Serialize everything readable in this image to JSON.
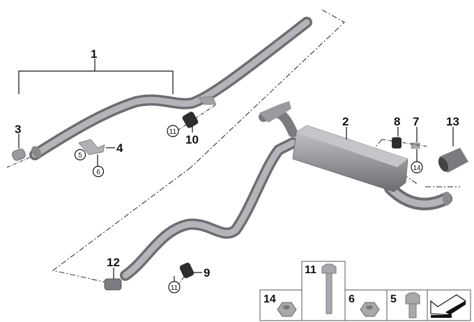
{
  "title": "Exhaust system parts diagram",
  "callouts": {
    "front_pipe": "1",
    "rear_muffler": "2",
    "clamp": "3",
    "bracket": "4",
    "bracket_screw": "5",
    "bracket_nut": "6",
    "mount_part_7": "7",
    "mount_part_8": "8",
    "rubber_mount_rear": "9",
    "rubber_mount_front": "10",
    "clamp_rear": "12",
    "tailpipe_trim": "13"
  },
  "circled_refs": {
    "bracket_screw": "5",
    "bracket_nut": "6",
    "bolt_front": "11",
    "bolt_rear": "11",
    "nut_rear": "14"
  },
  "hardware_table": [
    {
      "label": "14",
      "part": "flange-nut"
    },
    {
      "label": "11",
      "part": "long-bolt"
    },
    {
      "label": "6",
      "part": "flange-nut"
    },
    {
      "label": "5",
      "part": "hex-bolt"
    },
    {
      "label": "",
      "part": "direction-arrow"
    }
  ],
  "colors": {
    "pipe": "#8f8f95",
    "pipe_light": "#c4c4c8",
    "line": "#111111"
  }
}
